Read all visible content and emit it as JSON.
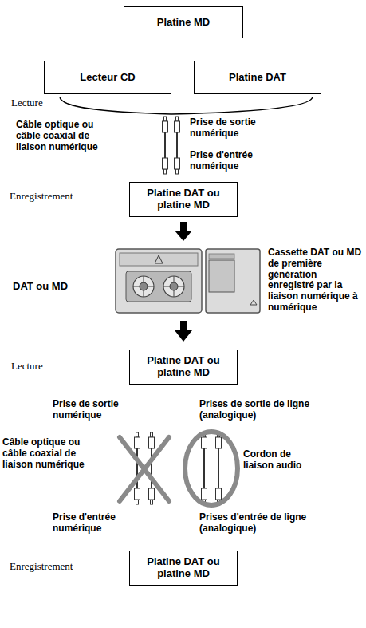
{
  "diagram": {
    "nodes": [
      {
        "text": [
          "Platine MD"
        ]
      },
      {
        "text": [
          "Lecteur CD"
        ]
      },
      {
        "text": [
          "Platine DAT"
        ]
      },
      {
        "text": [
          "Platine DAT ou platine MD"
        ]
      },
      {
        "text": [
          "Platine DAT ou platine MD"
        ]
      },
      {
        "text": [
          "Platine DAT ou platine MD"
        ]
      }
    ],
    "labels": [
      "Lecture",
      "Câble optique ou câble coaxial de liaison numérique",
      "Prise de sortie numérique",
      "Prise d'entrée numérique",
      "Enregistrement",
      "DAT ou MD",
      "Cassette DAT ou MD de première génération enregistré par la liaison numérique à numérique",
      "Lecture",
      "Prise de sortie numérique",
      "Prises de sortie de ligne (analogique)",
      "Câble optique ou câble coaxial de liaison numérique",
      "Cordon de liaison audio",
      "Prise d'entrée numérique",
      "Prises d'entrée de ligne (analogique)",
      "Enregistrement"
    ]
  }
}
